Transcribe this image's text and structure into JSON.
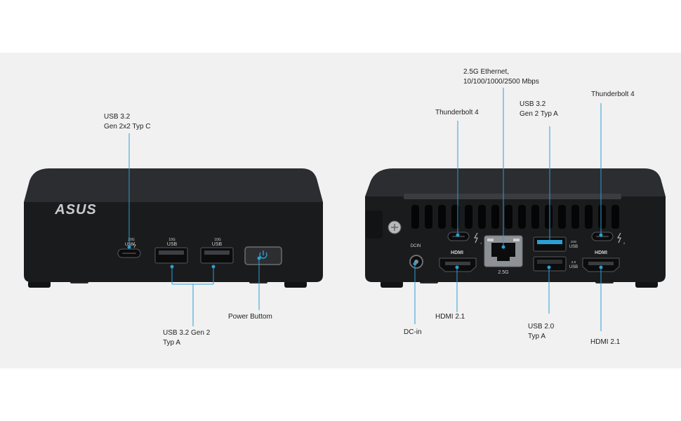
{
  "front": {
    "brand": "ASUS",
    "port_marks": {
      "usbc_top": "20G",
      "usbc_bottom": "USB",
      "usba1_top": "10G",
      "usba1_bottom": "USB",
      "usba2_top": "10G",
      "usba2_bottom": "USB"
    }
  },
  "rear": {
    "port_marks": {
      "dcin": "DCIN",
      "hdmi1": "HDMI",
      "hdmi2": "HDMI",
      "lan": "2.5G",
      "usb_top_speed": "10G",
      "usb_top_label": "USB",
      "usb_bottom_speed": "2.0",
      "usb_bottom_label": "USB",
      "tb1_index": "1",
      "tb2_index": "2"
    }
  },
  "callouts": {
    "usbc_front": [
      "USB 3.2",
      "Gen 2x2 Typ C"
    ],
    "usba_front": [
      "USB 3.2 Gen 2",
      "Typ A"
    ],
    "power": [
      "Power Buttom"
    ],
    "ethernet": [
      "2.5G Ethernet,",
      "10/100/1000/2500 Mbps"
    ],
    "tb4_left": [
      "Thunderbolt 4"
    ],
    "usb32_rear": [
      "USB 3.2",
      "Gen 2 Typ A"
    ],
    "tb4_right": [
      "Thunderbolt 4"
    ],
    "dcin": [
      "DC-in"
    ],
    "hdmi_left": [
      "HDMI 2.1"
    ],
    "usb20": [
      "USB 2.0",
      "Typ A"
    ],
    "hdmi_right": [
      "HDMI 2.1"
    ]
  },
  "colors": {
    "accent": "#2a9fd6",
    "chassis": "#1c1d1f",
    "panel": "#f1f1f1"
  }
}
